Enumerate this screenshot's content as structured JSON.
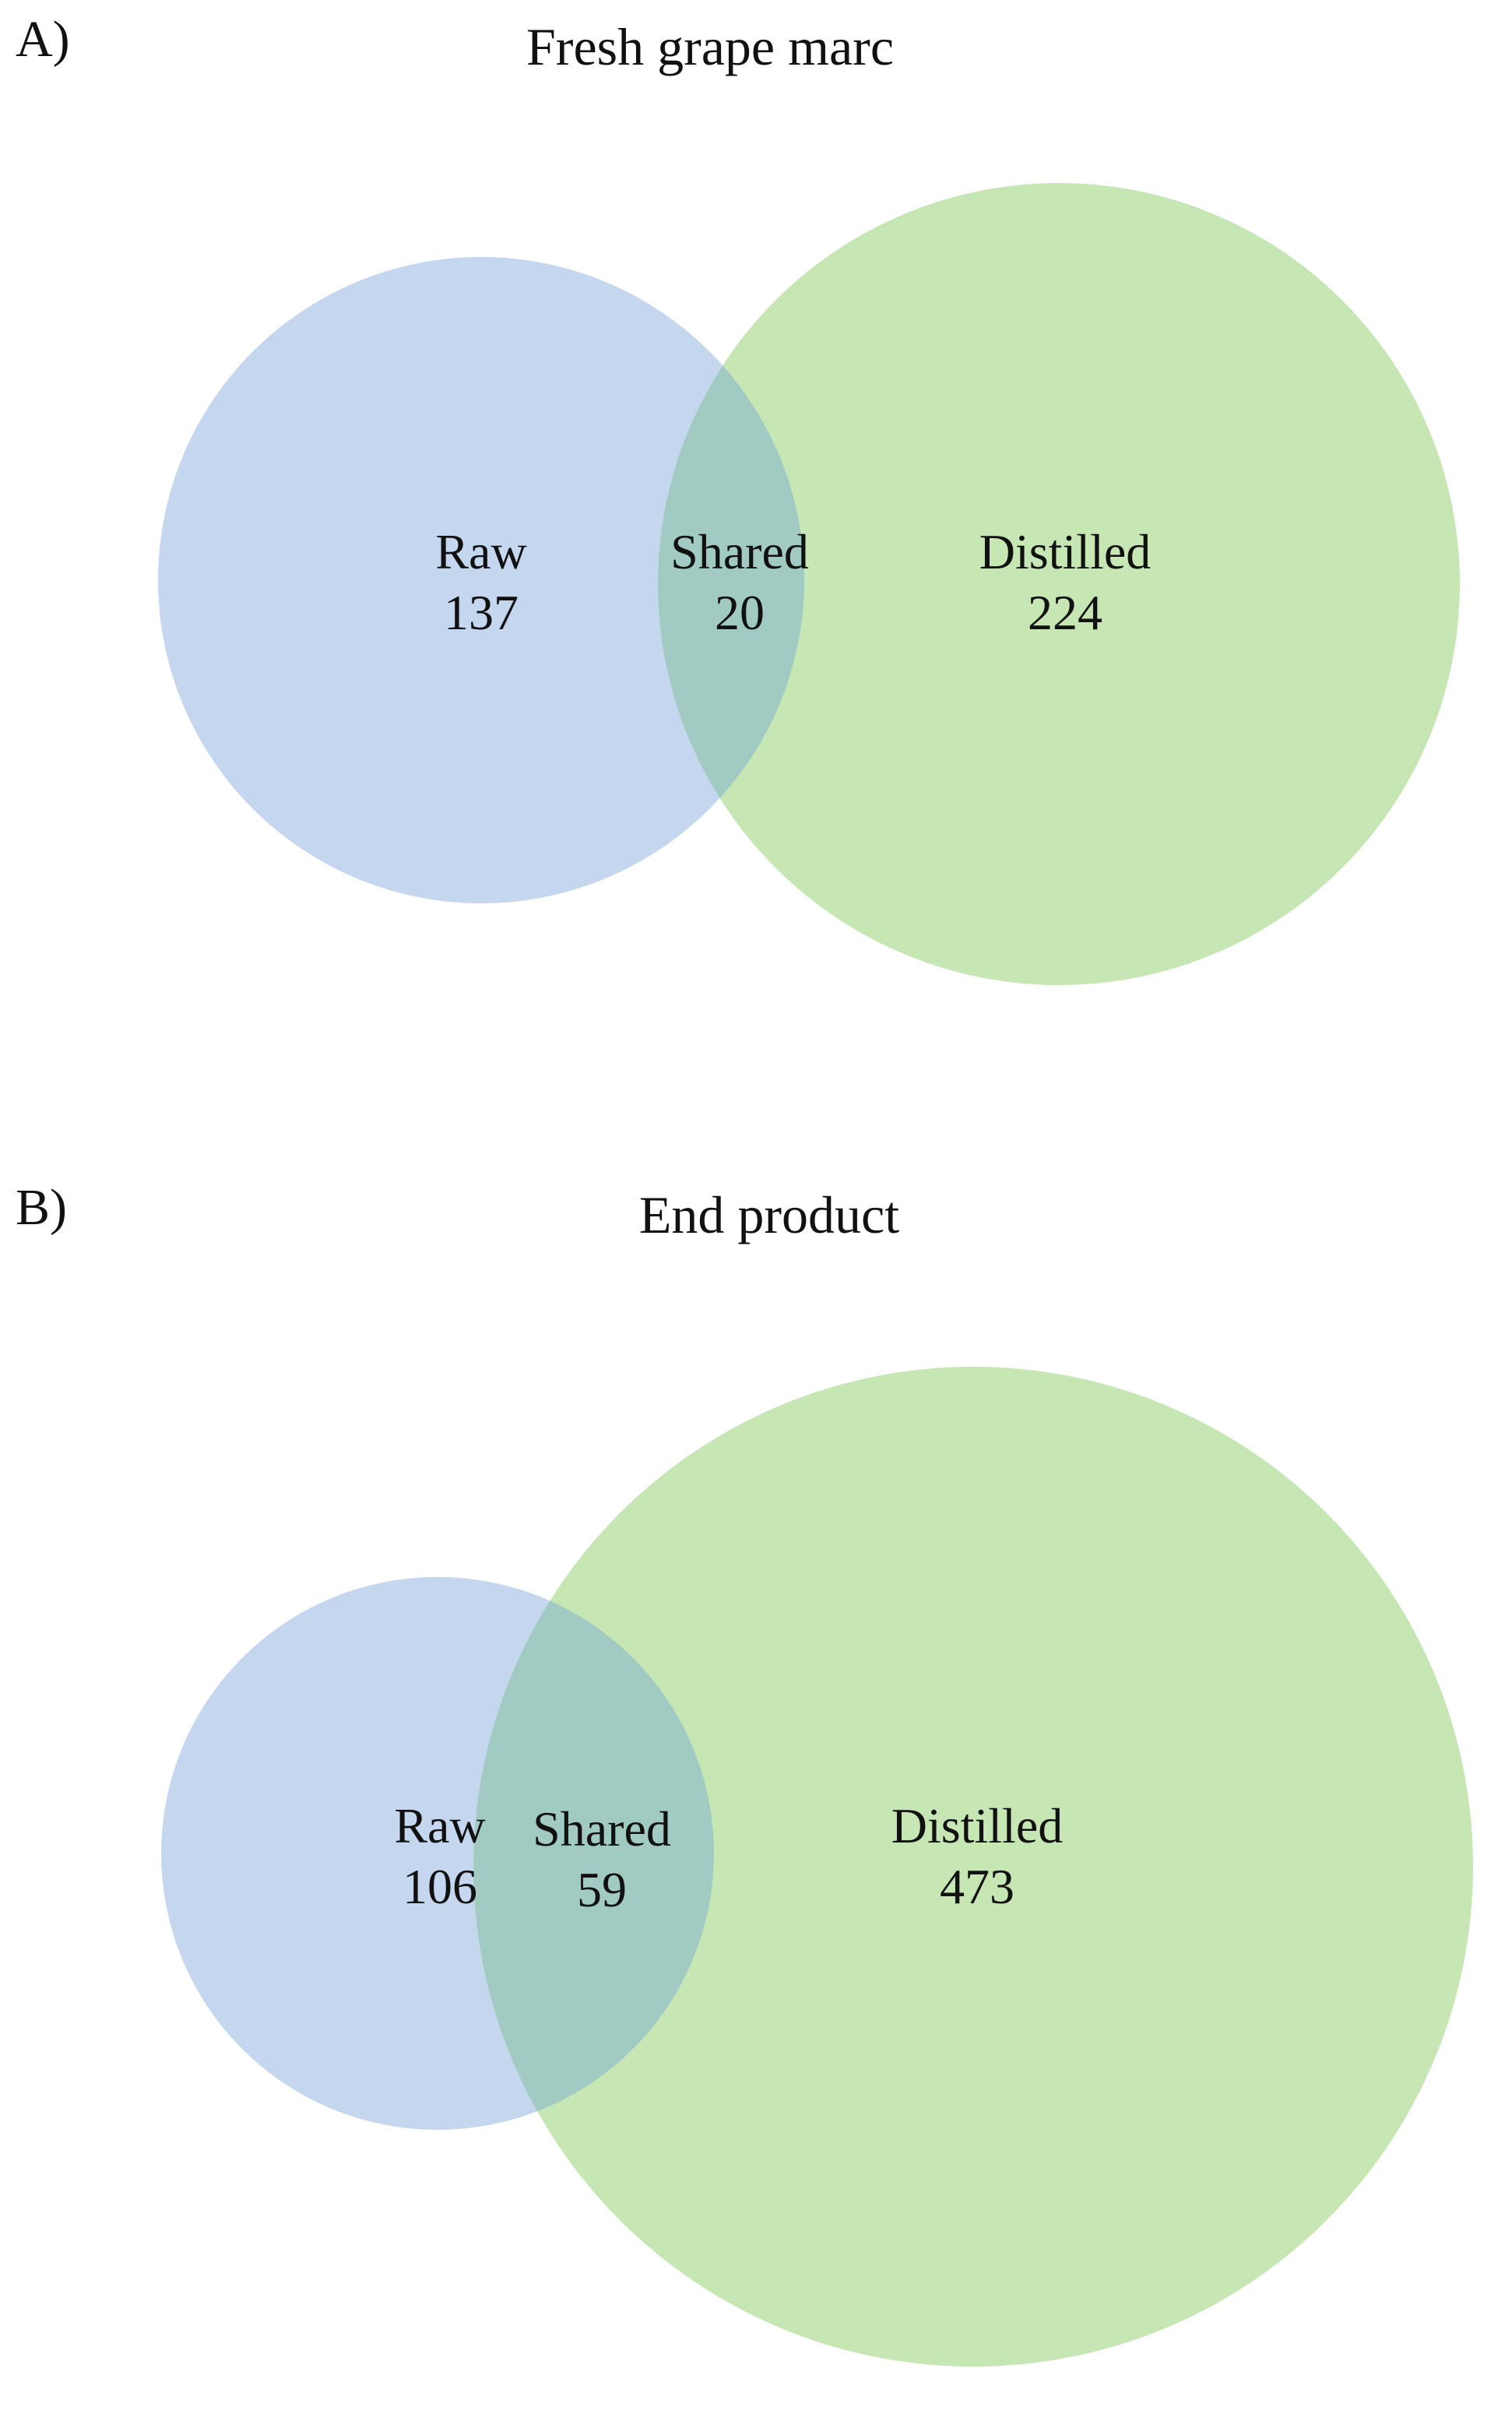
{
  "colors": {
    "raw_fill": "#c5d6ef",
    "distilled_fill": "#c6e7b4",
    "shared_fill": "#a1cbc2"
  },
  "panels": [
    {
      "label": "A)",
      "title": "Fresh grape marc",
      "sets": {
        "raw": {
          "name": "Raw",
          "count": "137"
        },
        "shared": {
          "name": "Shared",
          "count": "20"
        },
        "distilled": {
          "name": "Distilled",
          "count": "224"
        }
      }
    },
    {
      "label": "B)",
      "title": "End product",
      "sets": {
        "raw": {
          "name": "Raw",
          "count": "106"
        },
        "shared": {
          "name": "Shared",
          "count": "59"
        },
        "distilled": {
          "name": "Distilled",
          "count": "473"
        }
      }
    }
  ]
}
